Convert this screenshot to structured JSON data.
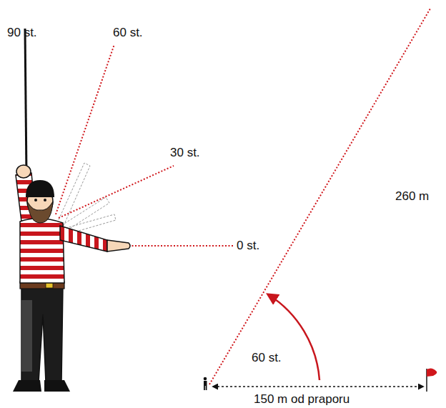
{
  "diagram": {
    "labels": [
      "90 st.",
      "60 st.",
      "30 st.",
      "0 st.",
      "260 m",
      "60 st.",
      "150 m od praporu"
    ]
  }
}
